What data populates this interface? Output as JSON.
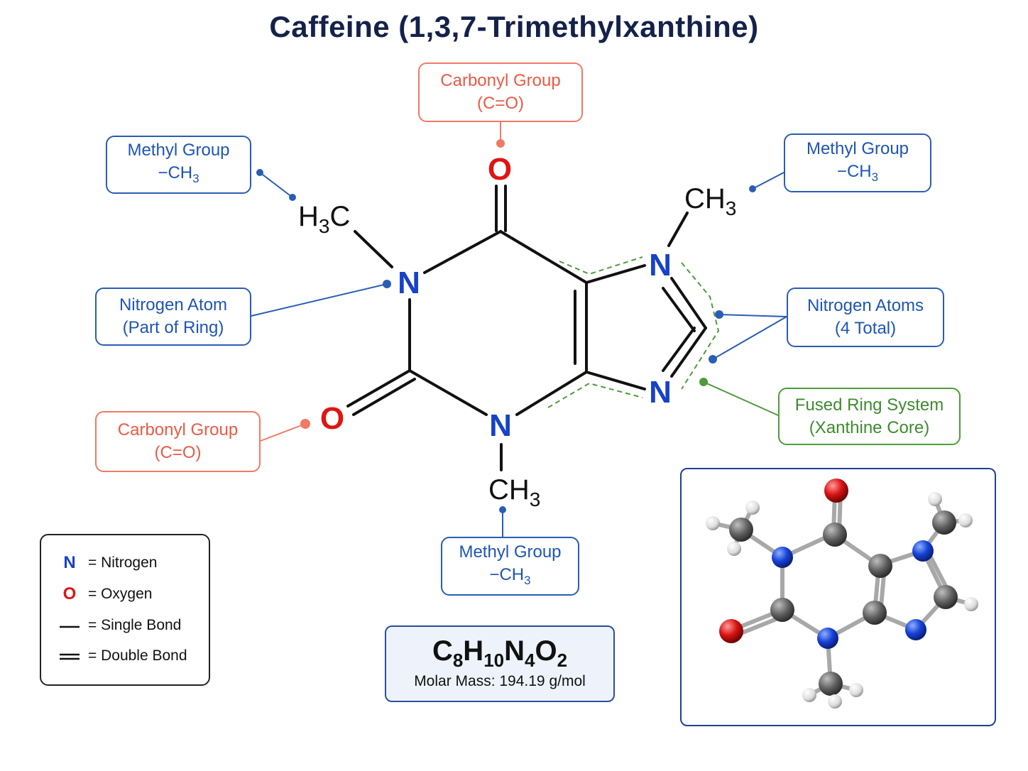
{
  "title": "Caffeine (1,3,7-Trimethylxanthine)",
  "atoms": {
    "n1": "N",
    "n3": "N",
    "n7": "N",
    "n9": "N",
    "o_top": "O",
    "o_left": "O",
    "h3c_main": "H",
    "h3c_sub": "3",
    "h3c_tail": "C",
    "ch3_right_main": "CH",
    "ch3_right_sub": "3",
    "ch3_bottom_main": "CH",
    "ch3_bottom_sub": "3"
  },
  "callouts": {
    "carbonyl_top": {
      "line1": "Carbonyl Group",
      "line2": "(C=O)"
    },
    "methyl_left": {
      "line1": "Methyl Group",
      "line2_main": "−CH",
      "line2_sub": "3"
    },
    "methyl_right": {
      "line1": "Methyl Group",
      "line2_main": "−CH",
      "line2_sub": "3"
    },
    "nitrogen_atom": {
      "line1": "Nitrogen Atom",
      "line2": "(Part of Ring)"
    },
    "nitrogen_atoms": {
      "line1": "Nitrogen Atoms",
      "line2": "(4 Total)"
    },
    "fused_ring": {
      "line1": "Fused Ring System",
      "line2": "(Xanthine Core)"
    },
    "carbonyl_left": {
      "line1": "Carbonyl Group",
      "line2": "(C=O)"
    },
    "methyl_bottom": {
      "line1": "Methyl Group",
      "line2_main": "−CH",
      "line2_sub": "3"
    }
  },
  "legend": {
    "nitrogen_symbol": "N",
    "nitrogen_label": "= Nitrogen",
    "oxygen_symbol": "O",
    "oxygen_label": "= Oxygen",
    "single_label": "= Single Bond",
    "double_label": "= Double Bond"
  },
  "formula": {
    "c": "C",
    "c_n": "8",
    "h": "H",
    "h_n": "10",
    "n": "N",
    "n_n": "4",
    "o": "O",
    "o_n": "2",
    "molar_mass": "Molar Mass: 194.19 g/mol"
  },
  "colors": {
    "nitrogen": "#1742c8",
    "oxygen": "#e01414",
    "bond": "#111111",
    "callout_blue": "#1e55b3",
    "callout_red": "#ea5a45",
    "callout_green": "#3f8a2f",
    "title": "#14224a"
  },
  "icons": {
    "ball_stick_model": "caffeine-3d-model-icon"
  }
}
